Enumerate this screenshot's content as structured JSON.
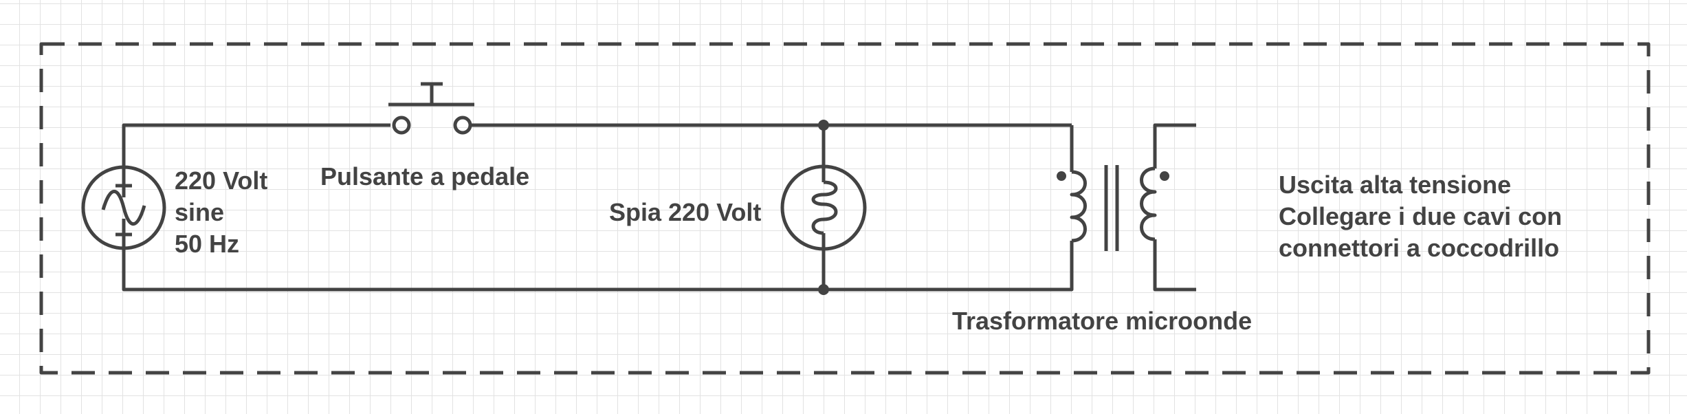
{
  "labels": {
    "source_line1": "220 Volt",
    "source_line2": "sine",
    "source_line3": "50 Hz",
    "switch": "Pulsante a pedale",
    "lamp": "Spia 220 Volt",
    "transformer": "Trasformatore microonde",
    "output_line1": "Uscita alta tensione",
    "output_line2": "Collegare i due cavi con",
    "output_line3": "connettori a coccodrillo"
  },
  "components": {
    "source": "ac-voltage-source-icon",
    "switch": "push-button-switch-icon",
    "lamp": "lamp-icon",
    "transformer": "transformer-icon"
  },
  "colors": {
    "line": "#434343",
    "grid": "#e2e2e2",
    "background": "#ffffff"
  }
}
